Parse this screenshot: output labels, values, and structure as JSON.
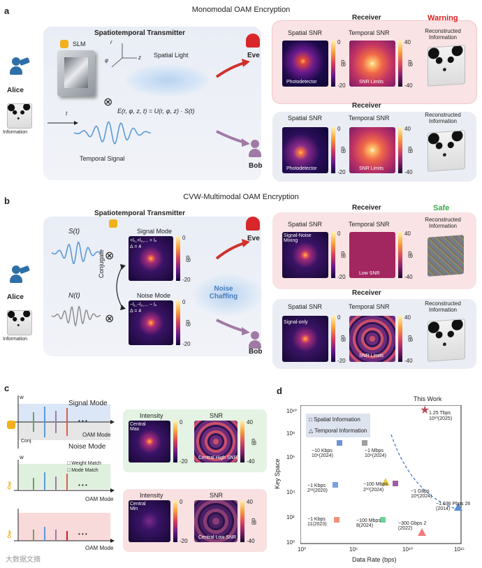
{
  "panel_a": {
    "letter": "a",
    "title": "Monomodal OAM Encryption",
    "transmitter_title": "Spatiotemporal Transmitter",
    "slm": "SLM",
    "spatial_light": "Spatial Light",
    "temporal_signal": "Temporal Signal",
    "equation": "E(r, φ, z, t) = U(r, φ, z) · S(t)",
    "axis_r": "r",
    "axis_phi": "φ",
    "axis_z": "z",
    "axis_t": "t",
    "alice": "Alice",
    "information": "Information",
    "eve": "Eve",
    "bob": "Bob",
    "receiver": "Receiver",
    "spatial_snr": "Spatial SNR",
    "temporal_snr": "Temporal SNR",
    "reconstructed": "Reconstructed Information",
    "warning": "Warning",
    "photodetector": "Photodetector",
    "snr_limits": "SNR Limits",
    "cb_spatial": [
      "0",
      "-20"
    ],
    "cb_temporal": [
      "40",
      "-40"
    ],
    "db": "dB"
  },
  "panel_b": {
    "letter": "b",
    "title": "CVW-Multimodal OAM Encryption",
    "transmitter_title": "Spatiotemporal Transmitter",
    "s_t": "S(t)",
    "n_t": "N(t)",
    "signal_mode": "Signal Mode",
    "signal_mode_text": "+l₁,+l₂,... + lₙ",
    "delta": "Δ = 4",
    "noise_mode": "Noise Mode",
    "noise_mode_text": "−l₁,−l₂,... − lₙ",
    "conjugate": "Conjugate",
    "noise_chaffing": "Noise Chaffing",
    "alice": "Alice",
    "information": "Information",
    "eve": "Eve",
    "bob": "Bob",
    "receiver": "Receiver",
    "spatial_snr": "Spatial SNR",
    "temporal_snr": "Temporal SNR",
    "reconstructed": "Reconstructed Information",
    "safe": "Safe",
    "signal_noise_mixing": "Signal-Noise Mixing",
    "low_snr": "Low SNR",
    "signal_only": "Signal-only",
    "snr_limits": "SNR Limits",
    "cb_spatial": [
      "0",
      "-20"
    ],
    "cb_temporal": [
      "40",
      "-40"
    ],
    "db": "dB"
  },
  "panel_c": {
    "letter": "c",
    "w": "w",
    "signal_mode": "Signal Mode",
    "noise_mode": "Noise Mode",
    "oam_mode": "OAM Mode",
    "conj": "Conj.",
    "weight_match": "Weight Match",
    "mode_match": "Mode Match",
    "dots": "• • •",
    "intensity": "Intensity",
    "snr": "SNR",
    "central_max": "Central Max",
    "central_min": "Central Min",
    "central_high_snr": "Central High SNR",
    "central_low_snr": "Central Low SNR",
    "cb_int": [
      "0",
      "-20"
    ],
    "cb_snr": [
      "40",
      "-40"
    ],
    "db": "dB"
  },
  "panel_d": {
    "letter": "d",
    "this_work": "This Work",
    "legend_spatial": "Spatial Information",
    "legend_temporal": "Temporal Information",
    "xlabel": "Data Rate (bps)",
    "ylabel": "Key Space",
    "x_ticks": [
      "10⁰",
      "10⁵",
      "10¹⁰",
      "10¹⁵"
    ],
    "y_ticks": [
      "10¹⁰",
      "10⁸",
      "10⁶",
      "10⁴",
      "10²",
      "10⁰"
    ],
    "points": [
      {
        "label": "1.25 Tbps 10¹⁰(2025)",
        "shape": "star",
        "color": "#b94a5a"
      },
      {
        "label": "~10 Kbps 10⁶(2024)",
        "shape": "square",
        "color": "#6e93d6"
      },
      {
        "label": "~1 Mbps 10⁶(2024)",
        "shape": "square",
        "color": "#9e9e9e"
      },
      {
        "label": "~1 Kbps 2¹¹(2020)",
        "shape": "square",
        "color": "#7aa0e0"
      },
      {
        "label": "~100 Mbps 2¹⁰(2024)",
        "shape": "triangle",
        "color": "#e8c84a"
      },
      {
        "label": "~1 Gbps 10³(2024)",
        "shape": "square",
        "color": "#9a5fa8"
      },
      {
        "label": "~1.036 Pbps 26 (2014)",
        "shape": "triangle",
        "color": "#5a8ed6"
      },
      {
        "label": "~1 Kbps 11(2023)",
        "shape": "square",
        "color": "#f0937a"
      },
      {
        "label": "~100 Mbps 8(2024)",
        "shape": "square",
        "color": "#6fcf9a"
      },
      {
        "label": "~300 Gbps 2 (2022)",
        "shape": "triangle",
        "color": "#f07a7a"
      }
    ]
  },
  "watermark": "大数据文摘"
}
